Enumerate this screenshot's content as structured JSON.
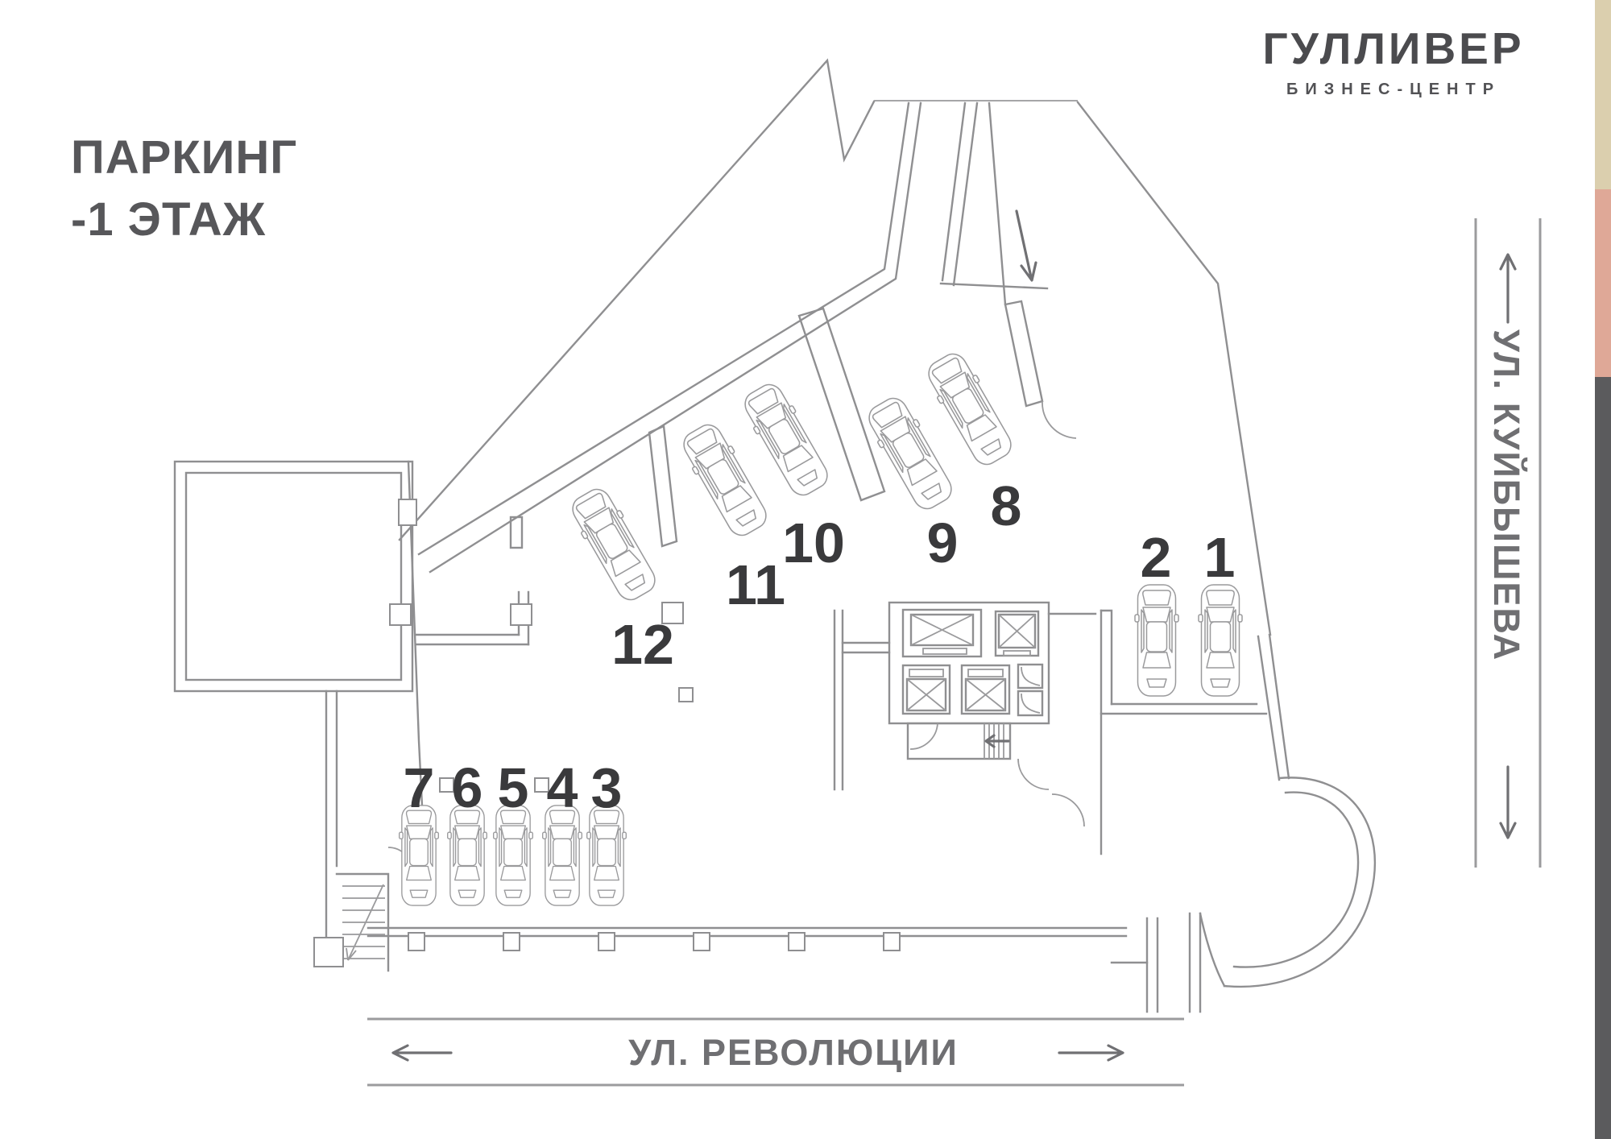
{
  "header": {
    "title_line1": "ПАРКИНГ",
    "title_line2": "-1 ЭТАЖ"
  },
  "logo": {
    "name": "ГУЛЛИВЕР",
    "subtitle": "БИЗНЕС-ЦЕНТР"
  },
  "streets": {
    "bottom": {
      "name": "УЛ. РЕВОЛЮЦИИ",
      "direction_arrows": [
        "left",
        "right"
      ]
    },
    "right": {
      "name": "УЛ. КУЙБЫШЕВА",
      "direction_arrows": [
        "up",
        "down"
      ]
    }
  },
  "parking": {
    "level": "-1",
    "spots": [
      {
        "label": "1"
      },
      {
        "label": "2"
      },
      {
        "label": "3"
      },
      {
        "label": "4"
      },
      {
        "label": "5"
      },
      {
        "label": "6"
      },
      {
        "label": "7"
      },
      {
        "label": "8"
      },
      {
        "label": "9"
      },
      {
        "label": "10"
      },
      {
        "label": "11"
      },
      {
        "label": "12"
      }
    ]
  },
  "icons": {
    "car": "car-top-view-icon",
    "elevator": "elevator-shaft-x-icon",
    "stairs": "staircase-icon"
  },
  "colors": {
    "edge_beige": "#dbcfae",
    "edge_salmon": "#dfa897",
    "edge_gray": "#5b5b5d",
    "wall": "#8f8f91",
    "number_text": "#3a3a3c",
    "street_text": "#6f6f72",
    "background": "#ffffff"
  }
}
